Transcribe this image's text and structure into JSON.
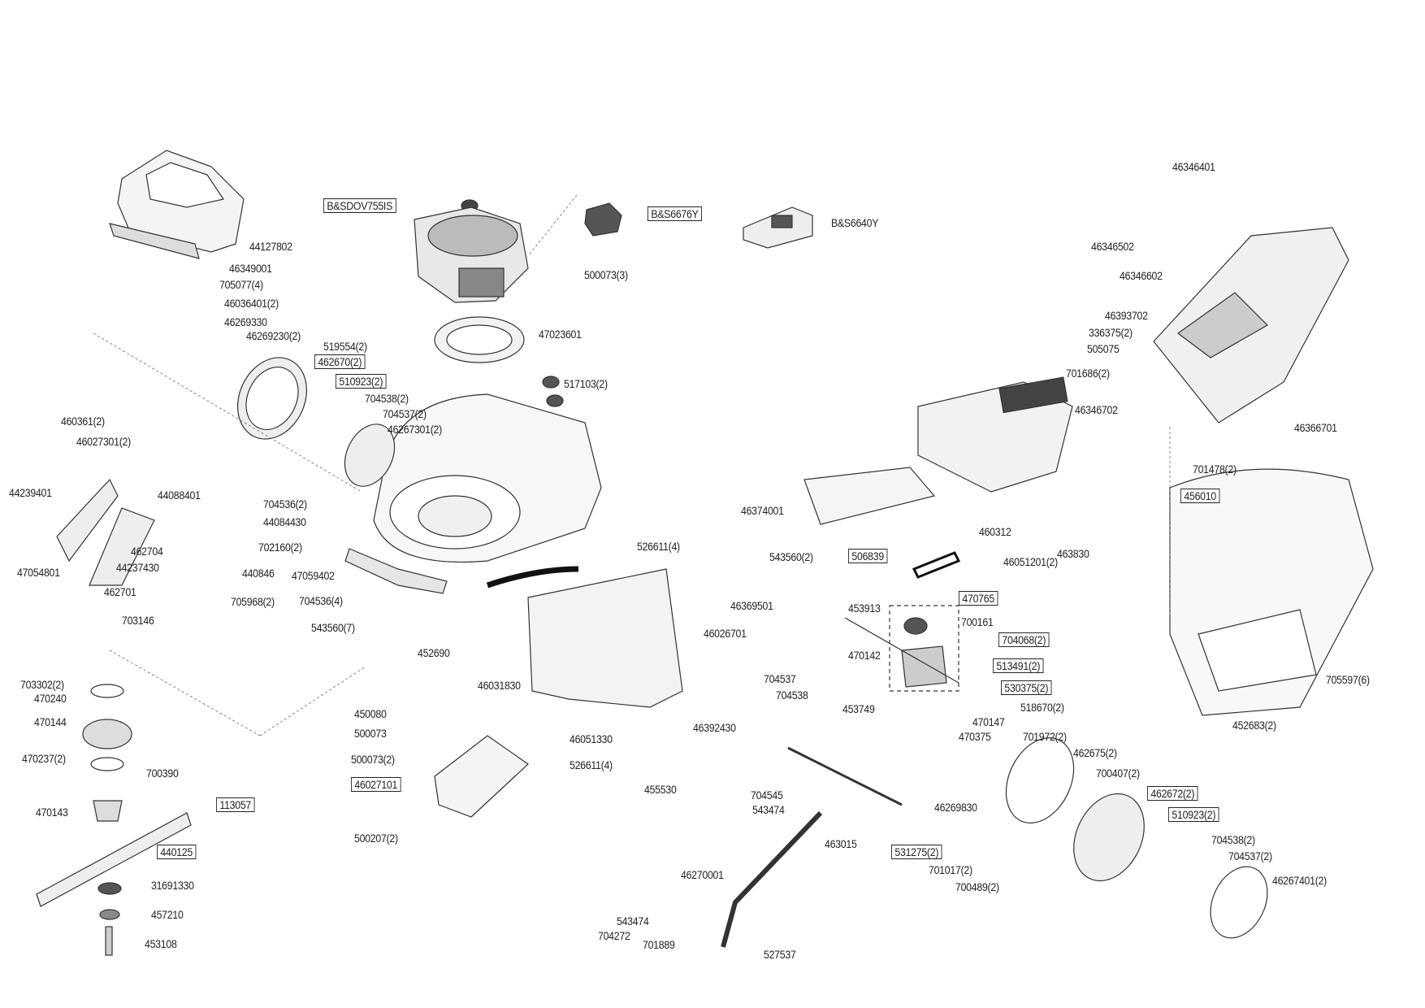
{
  "diagram": {
    "title": "Lawn mower exploded parts diagram",
    "labels": [
      {
        "id": "l01",
        "text": "44127802",
        "boxed": false
      },
      {
        "id": "l02",
        "text": "46349001",
        "boxed": false
      },
      {
        "id": "l03",
        "text": "705077(4)",
        "boxed": false
      },
      {
        "id": "l04",
        "text": "46036401(2)",
        "boxed": false
      },
      {
        "id": "l05",
        "text": "46269330",
        "boxed": false
      },
      {
        "id": "l06",
        "text": "46269230(2)",
        "boxed": false
      },
      {
        "id": "l07",
        "text": "519554(2)",
        "boxed": false
      },
      {
        "id": "l08",
        "text": "462670(2)",
        "boxed": true
      },
      {
        "id": "l09",
        "text": "510923(2)",
        "boxed": true
      },
      {
        "id": "l10",
        "text": "704538(2)",
        "boxed": false
      },
      {
        "id": "l11",
        "text": "704537(2)",
        "boxed": false
      },
      {
        "id": "l12",
        "text": "46267301(2)",
        "boxed": false
      },
      {
        "id": "l13",
        "text": "460361(2)",
        "boxed": false
      },
      {
        "id": "l14",
        "text": "46027301(2)",
        "boxed": false
      },
      {
        "id": "l15",
        "text": "B&SDOV755IS",
        "boxed": true
      },
      {
        "id": "l16",
        "text": "B&S6676Y",
        "boxed": true
      },
      {
        "id": "l17",
        "text": "B&S6640Y",
        "boxed": false
      },
      {
        "id": "l18",
        "text": "500073(3)",
        "boxed": false
      },
      {
        "id": "l19",
        "text": "47023601",
        "boxed": false
      },
      {
        "id": "l20",
        "text": "517103(2)",
        "boxed": false
      },
      {
        "id": "l21",
        "text": "46346401",
        "boxed": false
      },
      {
        "id": "l22",
        "text": "46346502",
        "boxed": false
      },
      {
        "id": "l23",
        "text": "46346602",
        "boxed": false
      },
      {
        "id": "l24",
        "text": "46393702",
        "boxed": false
      },
      {
        "id": "l25",
        "text": "336375(2)",
        "boxed": false
      },
      {
        "id": "l26",
        "text": "505075",
        "boxed": false
      },
      {
        "id": "l27",
        "text": "701686(2)",
        "boxed": false
      },
      {
        "id": "l28",
        "text": "46346702",
        "boxed": false
      },
      {
        "id": "l29",
        "text": "46366701",
        "boxed": false
      },
      {
        "id": "l30",
        "text": "701478(2)",
        "boxed": false
      },
      {
        "id": "l31",
        "text": "456010",
        "boxed": true
      },
      {
        "id": "l32",
        "text": "44239401",
        "boxed": false
      },
      {
        "id": "l33",
        "text": "44088401",
        "boxed": false
      },
      {
        "id": "l34",
        "text": "704536(2)",
        "boxed": false
      },
      {
        "id": "l35",
        "text": "44084430",
        "boxed": false
      },
      {
        "id": "l36",
        "text": "462704",
        "boxed": false
      },
      {
        "id": "l37",
        "text": "702160(2)",
        "boxed": false
      },
      {
        "id": "l38",
        "text": "44237430",
        "boxed": false
      },
      {
        "id": "l39",
        "text": "47054801",
        "boxed": false
      },
      {
        "id": "l40",
        "text": "440846",
        "boxed": false
      },
      {
        "id": "l41",
        "text": "462701",
        "boxed": false
      },
      {
        "id": "l42",
        "text": "705968(2)",
        "boxed": false
      },
      {
        "id": "l43",
        "text": "703146",
        "boxed": false
      },
      {
        "id": "l44",
        "text": "47059402",
        "boxed": false
      },
      {
        "id": "l45",
        "text": "704536(4)",
        "boxed": false
      },
      {
        "id": "l46",
        "text": "543560(7)",
        "boxed": false
      },
      {
        "id": "l47",
        "text": "526611(4)",
        "boxed": false
      },
      {
        "id": "l48",
        "text": "543560(2)",
        "boxed": false
      },
      {
        "id": "l49",
        "text": "46369501",
        "boxed": false
      },
      {
        "id": "l50",
        "text": "46026701",
        "boxed": false
      },
      {
        "id": "l51",
        "text": "452690",
        "boxed": false
      },
      {
        "id": "l52",
        "text": "46374001",
        "boxed": false
      },
      {
        "id": "l53",
        "text": "463830",
        "boxed": false
      },
      {
        "id": "l54",
        "text": "460312",
        "boxed": false
      },
      {
        "id": "l55",
        "text": "46051201(2)",
        "boxed": false
      },
      {
        "id": "l56",
        "text": "506839",
        "boxed": true
      },
      {
        "id": "l57",
        "text": "470765",
        "boxed": true
      },
      {
        "id": "l58",
        "text": "453913",
        "boxed": false
      },
      {
        "id": "l59",
        "text": "700161",
        "boxed": false
      },
      {
        "id": "l60",
        "text": "704068(2)",
        "boxed": true
      },
      {
        "id": "l61",
        "text": "470142",
        "boxed": false
      },
      {
        "id": "l62",
        "text": "513491(2)",
        "boxed": true
      },
      {
        "id": "l63",
        "text": "530375(2)",
        "boxed": true
      },
      {
        "id": "l64",
        "text": "518670(2)",
        "boxed": false
      },
      {
        "id": "l65",
        "text": "453749",
        "boxed": false
      },
      {
        "id": "l66",
        "text": "470147",
        "boxed": false
      },
      {
        "id": "l67",
        "text": "470375",
        "boxed": false
      },
      {
        "id": "l68",
        "text": "701972(2)",
        "boxed": false
      },
      {
        "id": "l69",
        "text": "462675(2)",
        "boxed": false
      },
      {
        "id": "l70",
        "text": "700407(2)",
        "boxed": false
      },
      {
        "id": "l71",
        "text": "462672(2)",
        "boxed": true
      },
      {
        "id": "l72",
        "text": "510923(2)",
        "boxed": true
      },
      {
        "id": "l73",
        "text": "704538(2)",
        "boxed": false
      },
      {
        "id": "l74",
        "text": "704537(2)",
        "boxed": false
      },
      {
        "id": "l75",
        "text": "46267401(2)",
        "boxed": false
      },
      {
        "id": "l76",
        "text": "705597(6)",
        "boxed": false
      },
      {
        "id": "l77",
        "text": "452683(2)",
        "boxed": false
      },
      {
        "id": "l78",
        "text": "703302(2)",
        "boxed": false
      },
      {
        "id": "l79",
        "text": "470240",
        "boxed": false
      },
      {
        "id": "l80",
        "text": "470144",
        "boxed": false
      },
      {
        "id": "l81",
        "text": "470237(2)",
        "boxed": false
      },
      {
        "id": "l82",
        "text": "700390",
        "boxed": false
      },
      {
        "id": "l83",
        "text": "470143",
        "boxed": false
      },
      {
        "id": "l84",
        "text": "113057",
        "boxed": true
      },
      {
        "id": "l85",
        "text": "440125",
        "boxed": true
      },
      {
        "id": "l86",
        "text": "31691330",
        "boxed": false
      },
      {
        "id": "l87",
        "text": "457210",
        "boxed": false
      },
      {
        "id": "l88",
        "text": "453108",
        "boxed": false
      },
      {
        "id": "l89",
        "text": "450080",
        "boxed": false
      },
      {
        "id": "l90",
        "text": "500073",
        "boxed": false
      },
      {
        "id": "l91",
        "text": "500073(2)",
        "boxed": false
      },
      {
        "id": "l92",
        "text": "46027101",
        "boxed": true
      },
      {
        "id": "l93",
        "text": "500207(2)",
        "boxed": false
      },
      {
        "id": "l94",
        "text": "46031830",
        "boxed": false
      },
      {
        "id": "l95",
        "text": "46051330",
        "boxed": false
      },
      {
        "id": "l96",
        "text": "526611(4)",
        "boxed": false
      },
      {
        "id": "l97",
        "text": "704537",
        "boxed": false
      },
      {
        "id": "l98",
        "text": "704538",
        "boxed": false
      },
      {
        "id": "l99",
        "text": "46392430",
        "boxed": false
      },
      {
        "id": "l100",
        "text": "455530",
        "boxed": false
      },
      {
        "id": "l101",
        "text": "704545",
        "boxed": false
      },
      {
        "id": "l102",
        "text": "543474",
        "boxed": false
      },
      {
        "id": "l103",
        "text": "46269830",
        "boxed": false
      },
      {
        "id": "l104",
        "text": "463015",
        "boxed": false
      },
      {
        "id": "l105",
        "text": "531275(2)",
        "boxed": true
      },
      {
        "id": "l106",
        "text": "701017(2)",
        "boxed": false
      },
      {
        "id": "l107",
        "text": "700489(2)",
        "boxed": false
      },
      {
        "id": "l108",
        "text": "46270001",
        "boxed": false
      },
      {
        "id": "l109",
        "text": "543474",
        "boxed": false
      },
      {
        "id": "l110",
        "text": "704272",
        "boxed": false
      },
      {
        "id": "l111",
        "text": "701889",
        "boxed": false
      },
      {
        "id": "l112",
        "text": "527537",
        "boxed": false
      }
    ]
  }
}
